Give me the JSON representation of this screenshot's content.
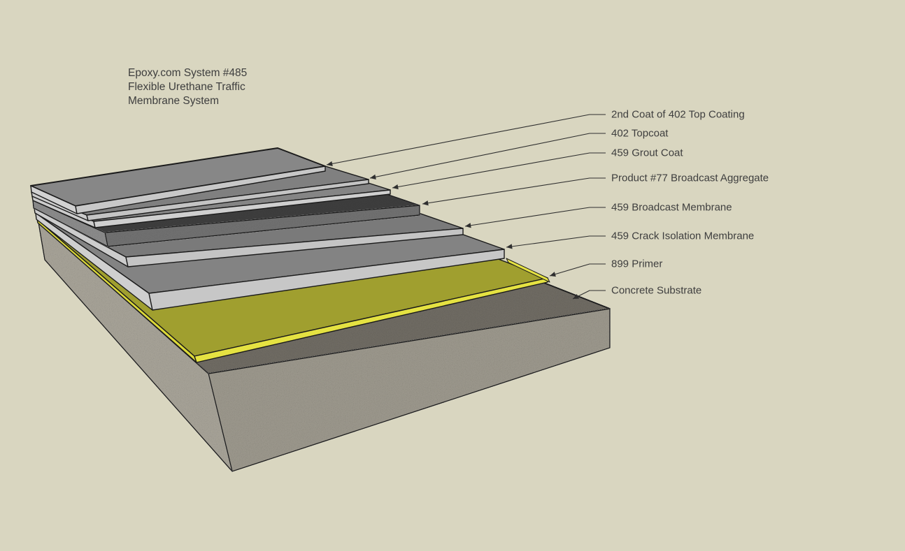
{
  "title": {
    "lines": [
      "Epoxy.com System #485",
      "Flexible Urethane Traffic",
      "Membrane System"
    ]
  },
  "chart_data": {
    "type": "layer-diagram",
    "description": "Cross-section of flooring system layers, top to bottom",
    "layers_top_to_bottom": [
      {
        "label": "2nd Coat of 402 Top Coating",
        "top_color": "#878787",
        "front_color": "#c8c8c8",
        "left_color": "#d2d2d2",
        "texture": "smooth"
      },
      {
        "label": "402 Topcoat",
        "top_color": "#808080",
        "front_color": "#c4c4c4",
        "left_color": "#cccccc",
        "texture": "smooth"
      },
      {
        "label": "459 Grout Coat",
        "top_color": "#858585",
        "front_color": "#cfcfcf",
        "left_color": "#cccccc",
        "texture": "smooth"
      },
      {
        "label": "Product #77 Broadcast Aggregate",
        "top_color": "#3e3e3e",
        "front_color": "#707070",
        "left_color": "#8a8a8a",
        "texture": "speckled"
      },
      {
        "label": "459 Broadcast Membrane",
        "top_color": "#7a7a7a",
        "front_color": "#c4c4c4",
        "left_color": "#cccccc",
        "texture": "smooth"
      },
      {
        "label": "459 Crack Isolation Membrane",
        "top_color": "#838383",
        "front_color": "#c7c7c7",
        "left_color": "#cfcfcf",
        "texture": "smooth"
      },
      {
        "label": "899 Primer",
        "top_color": "#a09f2f",
        "front_color": "#e5e242",
        "left_color": "#dcd938",
        "texture": "smooth"
      },
      {
        "label": "Concrete Substrate",
        "top_color": "#6e6a62",
        "front_color": "#9a968b",
        "left_color": "#a5a196",
        "texture": "speckled"
      }
    ]
  },
  "colors": {
    "background": "#d9d6c0",
    "edge": "#1b1b1b",
    "leader_line": "#2f2f2f",
    "text": "#3e3e3e"
  }
}
